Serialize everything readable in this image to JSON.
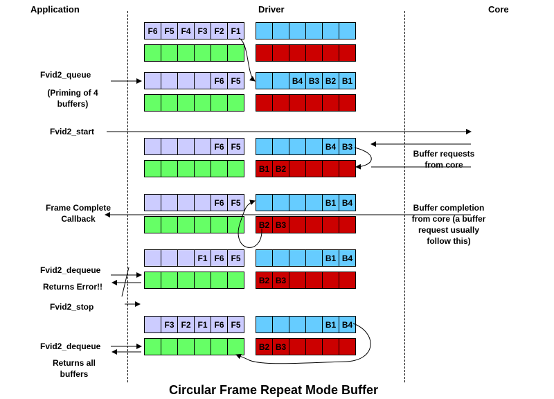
{
  "headers": {
    "application": "Application",
    "driver": "Driver",
    "core": "Core"
  },
  "rows": [
    {
      "name": "app-buffer-row-1",
      "color": "lav",
      "cells": [
        "F6",
        "F5",
        "F4",
        "F3",
        "F2",
        "F1"
      ]
    },
    {
      "name": "app-done-row-1",
      "color": "grn",
      "cells": [
        "",
        "",
        "",
        "",
        "",
        ""
      ]
    },
    {
      "name": "driver-queue-row-1",
      "color": "cyn",
      "cells": [
        "",
        "",
        "",
        "",
        "",
        ""
      ]
    },
    {
      "name": "driver-done-row-1",
      "color": "red",
      "cells": [
        "",
        "",
        "",
        "",
        "",
        ""
      ]
    },
    {
      "name": "app-buffer-row-2",
      "color": "lav",
      "cells": [
        "",
        "",
        "",
        "",
        "F6",
        "F5"
      ]
    },
    {
      "name": "app-done-row-2",
      "color": "grn",
      "cells": [
        "",
        "",
        "",
        "",
        "",
        ""
      ]
    },
    {
      "name": "driver-queue-row-2",
      "color": "cyn",
      "cells": [
        "",
        "",
        "B4",
        "B3",
        "B2",
        "B1"
      ]
    },
    {
      "name": "driver-done-row-2",
      "color": "red",
      "cells": [
        "",
        "",
        "",
        "",
        "",
        ""
      ]
    },
    {
      "name": "app-buffer-row-3",
      "color": "lav",
      "cells": [
        "",
        "",
        "",
        "",
        "F6",
        "F5"
      ]
    },
    {
      "name": "app-done-row-3",
      "color": "grn",
      "cells": [
        "",
        "",
        "",
        "",
        "",
        ""
      ]
    },
    {
      "name": "driver-queue-row-3",
      "color": "cyn",
      "cells": [
        "",
        "",
        "",
        "",
        "B4",
        "B3"
      ]
    },
    {
      "name": "driver-done-row-3",
      "color": "red",
      "cells": [
        "B1",
        "B2",
        "",
        "",
        "",
        ""
      ]
    },
    {
      "name": "app-buffer-row-4",
      "color": "lav",
      "cells": [
        "",
        "",
        "",
        "",
        "F6",
        "F5"
      ]
    },
    {
      "name": "app-done-row-4",
      "color": "grn",
      "cells": [
        "",
        "",
        "",
        "",
        "",
        ""
      ]
    },
    {
      "name": "driver-queue-row-4",
      "color": "cyn",
      "cells": [
        "",
        "",
        "",
        "",
        "B1",
        "B4"
      ]
    },
    {
      "name": "driver-done-row-4",
      "color": "red",
      "cells": [
        "B2",
        "B3",
        "",
        "",
        "",
        ""
      ]
    },
    {
      "name": "app-buffer-row-5",
      "color": "lav",
      "cells": [
        "",
        "",
        "",
        "F1",
        "F6",
        "F5"
      ]
    },
    {
      "name": "app-done-row-5",
      "color": "grn",
      "cells": [
        "",
        "",
        "",
        "",
        "",
        ""
      ]
    },
    {
      "name": "driver-queue-row-5",
      "color": "cyn",
      "cells": [
        "",
        "",
        "",
        "",
        "B1",
        "B4"
      ]
    },
    {
      "name": "driver-done-row-5",
      "color": "red",
      "cells": [
        "B2",
        "B3",
        "",
        "",
        "",
        ""
      ]
    },
    {
      "name": "app-buffer-row-6",
      "color": "lav",
      "cells": [
        "",
        "F3",
        "F2",
        "F1",
        "F6",
        "F5"
      ]
    },
    {
      "name": "app-done-row-6",
      "color": "grn",
      "cells": [
        "",
        "",
        "",
        "",
        "",
        ""
      ]
    },
    {
      "name": "driver-queue-row-6",
      "color": "cyn",
      "cells": [
        "",
        "",
        "",
        "",
        "B1",
        "B4"
      ]
    },
    {
      "name": "driver-done-row-6",
      "color": "red",
      "cells": [
        "B2",
        "B3",
        "",
        "",
        "",
        ""
      ]
    }
  ],
  "labels": {
    "fvid2_queue": "Fvid2_queue",
    "priming": "(Priming of 4\nbuffers)",
    "fvid2_start": "Fvid2_start",
    "buffer_requests": "Buffer requests\nfrom core",
    "frame_complete": "Frame Complete\nCallback",
    "buffer_completion": "Buffer completion\nfrom core (a buffer\nrequest usually\nfollow this)",
    "fvid2_dequeue_1": "Fvid2_dequeue",
    "returns_error": "Returns Error!!",
    "fvid2_stop": "Fvid2_stop",
    "fvid2_dequeue_2": "Fvid2_dequeue",
    "returns_all": "Returns all\nbuffers"
  },
  "caption": "Circular Frame Repeat Mode Buffer"
}
